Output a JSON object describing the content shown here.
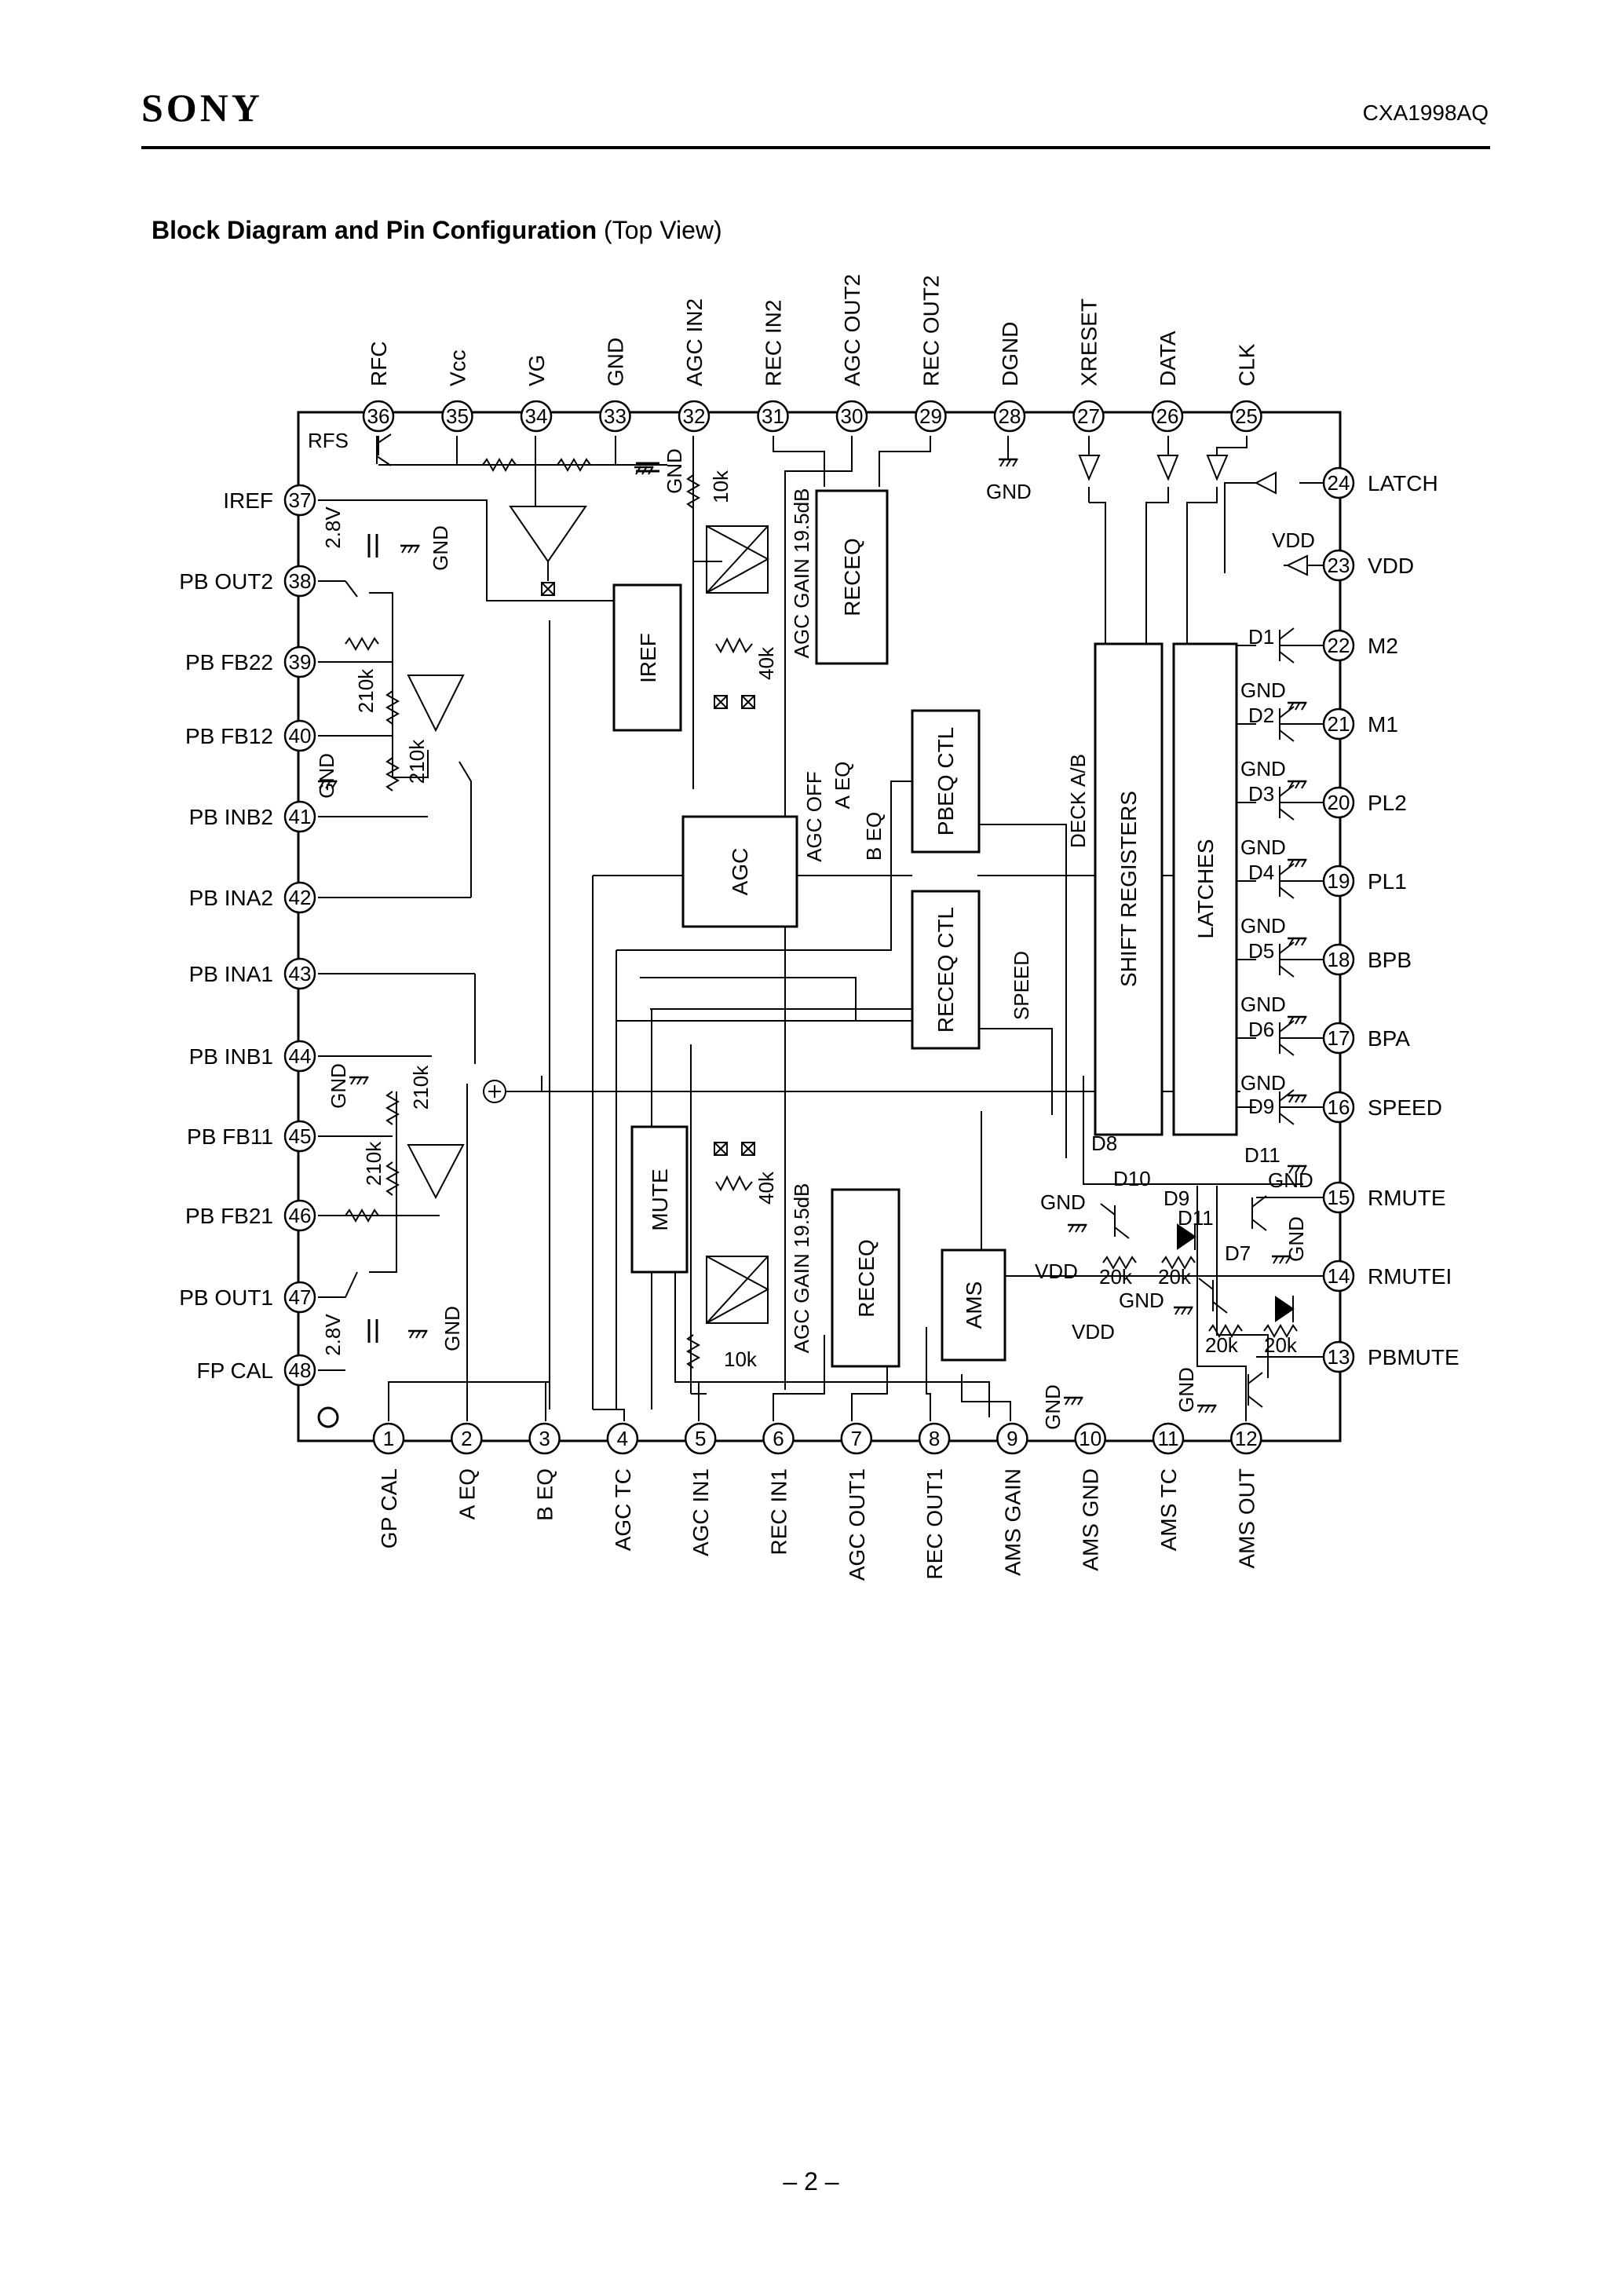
{
  "header": {
    "brand": "SONY",
    "part_number": "CXA1998AQ"
  },
  "title": {
    "bold": "Block Diagram and Pin Configuration",
    "normal": "(Top View)"
  },
  "page_number": "– 2 –",
  "pins": {
    "top": [
      {
        "num": "36",
        "label": "RFC"
      },
      {
        "num": "35",
        "label": "Vcc"
      },
      {
        "num": "34",
        "label": "VG"
      },
      {
        "num": "33",
        "label": "GND"
      },
      {
        "num": "32",
        "label": "AGC IN2"
      },
      {
        "num": "31",
        "label": "REC IN2"
      },
      {
        "num": "30",
        "label": "AGC OUT2"
      },
      {
        "num": "29",
        "label": "REC OUT2"
      },
      {
        "num": "28",
        "label": "DGND"
      },
      {
        "num": "27",
        "label": "XRESET"
      },
      {
        "num": "26",
        "label": "DATA"
      },
      {
        "num": "25",
        "label": "CLK"
      }
    ],
    "left": [
      {
        "num": "37",
        "label": "IREF"
      },
      {
        "num": "38",
        "label": "PB OUT2"
      },
      {
        "num": "39",
        "label": "PB FB22"
      },
      {
        "num": "40",
        "label": "PB FB12"
      },
      {
        "num": "41",
        "label": "PB INB2"
      },
      {
        "num": "42",
        "label": "PB INA2"
      },
      {
        "num": "43",
        "label": "PB INA1"
      },
      {
        "num": "44",
        "label": "PB INB1"
      },
      {
        "num": "45",
        "label": "PB FB11"
      },
      {
        "num": "46",
        "label": "PB FB21"
      },
      {
        "num": "47",
        "label": "PB OUT1"
      },
      {
        "num": "48",
        "label": "FP CAL"
      }
    ],
    "right": [
      {
        "num": "24",
        "label": "LATCH"
      },
      {
        "num": "23",
        "label": "VDD"
      },
      {
        "num": "22",
        "label": "M2"
      },
      {
        "num": "21",
        "label": "M1"
      },
      {
        "num": "20",
        "label": "PL2"
      },
      {
        "num": "19",
        "label": "PL1"
      },
      {
        "num": "18",
        "label": "BPB"
      },
      {
        "num": "17",
        "label": "BPA"
      },
      {
        "num": "16",
        "label": "SPEED"
      },
      {
        "num": "15",
        "label": "RMUTE"
      },
      {
        "num": "14",
        "label": "RMUTEI"
      },
      {
        "num": "13",
        "label": "PBMUTE"
      }
    ],
    "bottom": [
      {
        "num": "1",
        "label": "GP CAL"
      },
      {
        "num": "2",
        "label": "A EQ"
      },
      {
        "num": "3",
        "label": "B EQ"
      },
      {
        "num": "4",
        "label": "AGC TC"
      },
      {
        "num": "5",
        "label": "AGC IN1"
      },
      {
        "num": "6",
        "label": "REC IN1"
      },
      {
        "num": "7",
        "label": "AGC OUT1"
      },
      {
        "num": "8",
        "label": "REC OUT1"
      },
      {
        "num": "9",
        "label": "AMS GAIN"
      },
      {
        "num": "10",
        "label": "AMS GND"
      },
      {
        "num": "11",
        "label": "AMS TC"
      },
      {
        "num": "12",
        "label": "AMS OUT"
      }
    ]
  },
  "blocks": {
    "receq_top": "RECEQ",
    "iref": "IREF",
    "agc": "AGC",
    "pbeq_ctl": "PBEQ CTL",
    "receq_ctl": "RECEQ CTL",
    "mute": "MUTE",
    "receq_bottom": "RECEQ",
    "ams": "AMS",
    "shift_registers": "SHIFT REGISTERS",
    "latches": "LATCHES"
  },
  "annotations": {
    "agc_gain_top": "AGC GAIN 19.5dB",
    "agc_gain_bottom": "AGC GAIN 19.5dB",
    "agc_off": "AGC OFF",
    "a_eq": "A EQ",
    "b_eq": "B EQ",
    "deck_ab": "DECK A/B",
    "speed": "SPEED",
    "rfs": "RFS",
    "v28_top": "2.8V",
    "v28_bottom": "2.8V",
    "gnd": "GND",
    "vdd": "VDD",
    "r_10k": "10k",
    "r_40k": "40k",
    "r_210k": "210k",
    "r_20k": "20k",
    "diodes": {
      "d1": "D1",
      "d2": "D2",
      "d3": "D3",
      "d4": "D4",
      "d5": "D5",
      "d6": "D6",
      "d7": "D7",
      "d8": "D8",
      "d9": "D9",
      "d10": "D10",
      "d11": "D11"
    }
  }
}
